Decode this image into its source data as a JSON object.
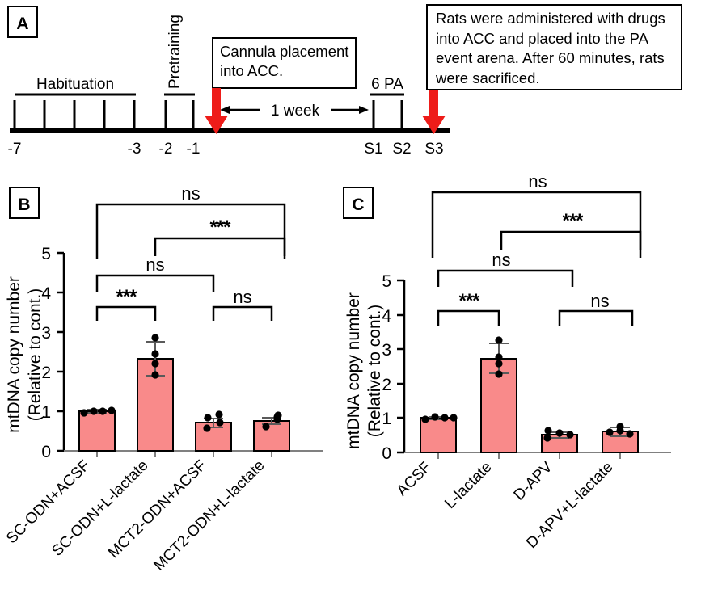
{
  "figure": {
    "panels": [
      "A",
      "B",
      "C"
    ]
  },
  "panel_a": {
    "letter": "A",
    "timeline": {
      "day_labels": [
        "-7",
        "-3",
        "-2",
        "-1"
      ],
      "session_labels": [
        "S1",
        "S2",
        "S3"
      ],
      "habituation_label": "Habituation",
      "pretraining_label": "Pretraining",
      "pa_label": "6 PA",
      "interval_label": "1 week"
    },
    "boxes": [
      {
        "name": "cannula-box",
        "text": "Cannula placement into ACC."
      },
      {
        "name": "sacrifice-box",
        "text": "Rats were administered with drugs into ACC and placed into the PA event arena. After 60 minutes, rats were sacrificed."
      }
    ],
    "arrow_color": "#EE1C19"
  },
  "panel_b": {
    "letter": "B",
    "chart_data": {
      "type": "bar",
      "title": "",
      "xlabel": "",
      "ylabel": "mtDNA copy number (Relative to cont.)",
      "ylabel_line1": "mtDNA copy number",
      "ylabel_line2": "(Relative to cont.)",
      "ylim": [
        0,
        5
      ],
      "yticks": [
        "0",
        "1",
        "2",
        "3",
        "4",
        "5"
      ],
      "grid": false,
      "legend": "none",
      "categories": [
        "SC-ODN+ACSF",
        "SC-ODN+L-lactate",
        "MCT2-ODN+ACSF",
        "MCT2-ODN+L-lactate"
      ],
      "values": [
        1.0,
        2.32,
        0.71,
        0.76
      ],
      "errors": [
        0.04,
        0.42,
        0.11,
        0.09
      ],
      "points": [
        [
          0.96,
          1.01,
          1.0,
          1.02
        ],
        [
          2.85,
          2.44,
          2.2,
          1.91
        ],
        [
          0.84,
          0.92,
          0.72,
          0.58
        ],
        [
          0.86,
          0.9,
          0.79,
          0.62
        ]
      ],
      "annotations": [
        {
          "label": "***",
          "from": 0,
          "to": 1
        },
        {
          "label": "ns",
          "from": 2,
          "to": 3
        },
        {
          "label": "ns",
          "from": 0,
          "to": 2
        },
        {
          "label": "***",
          "from": 1,
          "to": 3
        },
        {
          "label": "ns",
          "from": 0,
          "to": 3
        }
      ],
      "bar_color": "#F98A8A",
      "bar_edge_color": "#000000"
    }
  },
  "panel_c": {
    "letter": "C",
    "chart_data": {
      "type": "bar",
      "title": "",
      "xlabel": "",
      "ylabel": "mtDNA copy number (Relative to cont.)",
      "ylabel_line1": "mtDNA copy number",
      "ylabel_line2": "(Relative to cont.)",
      "ylim": [
        0,
        5
      ],
      "yticks": [
        "0",
        "1",
        "2",
        "3",
        "4",
        "5"
      ],
      "grid": false,
      "legend": "none",
      "categories": [
        "ACSF",
        "L-lactate",
        "D-APV",
        "D-APV+L-lactate"
      ],
      "values": [
        1.0,
        2.72,
        0.52,
        0.61
      ],
      "errors": [
        0.03,
        0.44,
        0.08,
        0.13
      ],
      "points": [
        [
          0.98,
          1.03,
          1.0,
          1.01
        ],
        [
          3.27,
          2.77,
          2.58,
          2.28
        ],
        [
          0.63,
          0.56,
          0.52,
          0.42
        ],
        [
          0.74,
          0.64,
          0.58,
          0.55
        ]
      ],
      "annotations": [
        {
          "label": "***",
          "from": 0,
          "to": 1
        },
        {
          "label": "ns",
          "from": 2,
          "to": 3
        },
        {
          "label": "ns",
          "from": 0,
          "to": 2
        },
        {
          "label": "***",
          "from": 1,
          "to": 3
        },
        {
          "label": "ns",
          "from": 0,
          "to": 3
        }
      ],
      "bar_color": "#F98A8A",
      "bar_edge_color": "#000000"
    }
  }
}
